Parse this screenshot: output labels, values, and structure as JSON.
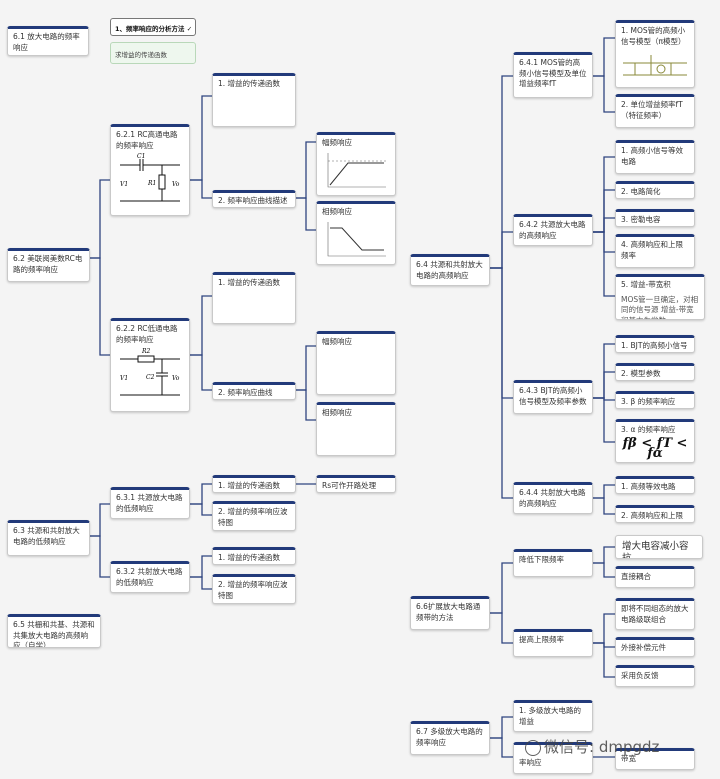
{
  "header": "",
  "callout": {
    "title": "1、频率响应的分析方法 ✓",
    "note": "求增益的传递函数"
  },
  "nodes": {
    "n61": "6.1 放大电路的频率响应",
    "n62": "6.2 美联阅美数RC电路的频率响应",
    "n63": "6.3 共源和共射放大电路的低频响应",
    "n65": "6.5 共栅和共基、共源和共集放大电路的高频响应（自学）",
    "n621": "6.2.1 RC高通电路的频率响应",
    "n621a": "1. 增益的传递函数",
    "n621b": "2. 频率响应曲线描述",
    "n621b1": "幅频响应",
    "n621b2": "相频响应",
    "n622": "6.2.2 RC低通电路的频率响应",
    "n622a": "1. 增益的传递函数",
    "n622b": "2. 频率响应曲线",
    "n622b1": "幅频响应",
    "n622b2": "相频响应",
    "n631": "6.3.1 共源放大电路的低频响应",
    "n631a": "1. 增益的传递函数",
    "n631a1": "Rs可作开路处理",
    "n631b": "2. 增益的频率响应波特图",
    "n632": "6.3.2 共射放大电路的低频响应",
    "n632a": "1. 增益的传递函数",
    "n632b": "2. 增益的频率响应波特图",
    "n64": "6.4 共源和共射放大电路的高频响应",
    "n641": "6.4.1 MOS管的高频小信号模型及单位增益频率fT",
    "n641a": "1. MOS管的高频小信号模型（π模型）",
    "n641b": "2. 单位增益频率fT（特征频率）",
    "n642": "6.4.2 共源放大电路的高频响应",
    "n642a": "1. 高频小信号等效电路",
    "n642b": "2. 电路简化",
    "n642c": "3. 密勒电容",
    "n642d": "4. 高频响应和上限频率",
    "n642e": "5. 增益-带宽积",
    "n642e_sub": "MOS管一旦确定，对相同的信号源 增益-带宽积基本为常数",
    "n643": "6.4.3 BJT的高频小信号模型及频率参数",
    "n643a": "1. BJT的高频小信号模型",
    "n643b": "2. 模型参数",
    "n643c": "3. β 的频率响应",
    "n643d": "3. α 的频率响应",
    "n644": "6.4.4 共射放大电路的高频响应",
    "n644a": "1. 高频等效电路",
    "n644b": "2. 高频响应和上限频率",
    "n66": "6.6扩展放大电路通频带的方法",
    "n66a": "降低下限频率",
    "n66a1": "增大电容减小容抗",
    "n66a2": "直接耦合",
    "n66b": "提高上限频率",
    "n66b1": "即将不同组态的放大电路级联组合",
    "n66b2": "外接补偿元件",
    "n66b3": "采用负反馈",
    "n67": "6.7 多级放大电路的频率响应",
    "n67a": "1. 多级放大电路的增益",
    "n67b": "率响应",
    "n67c": "带宽"
  },
  "formula": "fβ < fT < fα",
  "watermark": "微信号: dmpgdz",
  "circuit1": {
    "c": "C1",
    "r": "R1",
    "vin": "V1",
    "vout": "Vo"
  },
  "circuit2": {
    "c": "C2",
    "r": "R2",
    "vin": "V1",
    "vout": "Vo"
  }
}
